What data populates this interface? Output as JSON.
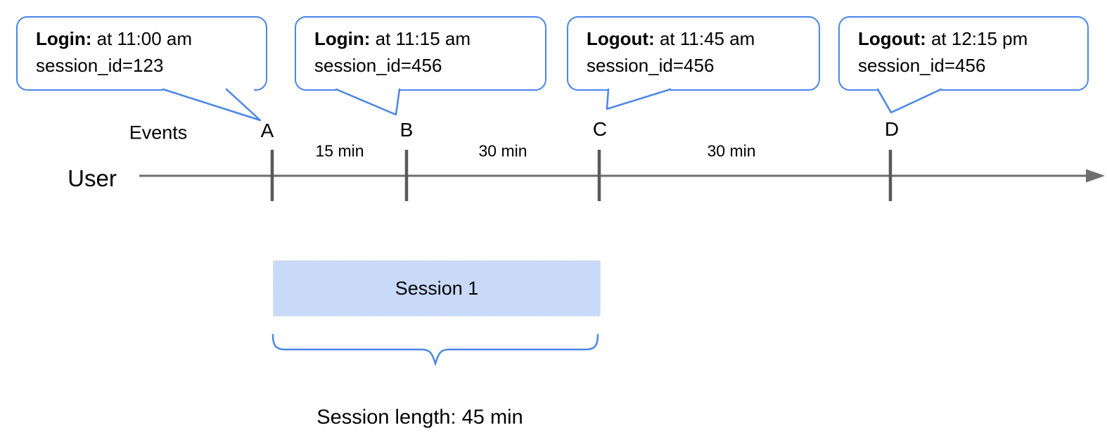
{
  "figure": {
    "accent_blue": "#4a86e8",
    "line_gray": "#6e6e6e",
    "session_fill": "#c9daf8"
  },
  "callouts": [
    {
      "event": "Login:",
      "time": " at 11:00 am",
      "session": "session_id=123",
      "target": "A"
    },
    {
      "event": "Login:",
      "time": " at 11:15 am",
      "session": "session_id=456",
      "target": "B"
    },
    {
      "event": "Logout:",
      "time": " at 11:45 am",
      "session": "session_id=456",
      "target": "C"
    },
    {
      "event": "Logout:",
      "time": " at 12:15 pm",
      "session": "session_id=456",
      "target": "D"
    }
  ],
  "timeline": {
    "axis_label": "User",
    "events_label": "Events",
    "event_markers": [
      "A",
      "B",
      "C",
      "D"
    ],
    "intervals": [
      {
        "label": "15 min",
        "between": "A-B"
      },
      {
        "label": "30 min",
        "between": "B-C"
      },
      {
        "label": "30 min",
        "between": "C-D"
      }
    ]
  },
  "session": {
    "box_label": "Session 1",
    "length_label": "Session length: 45 min"
  }
}
